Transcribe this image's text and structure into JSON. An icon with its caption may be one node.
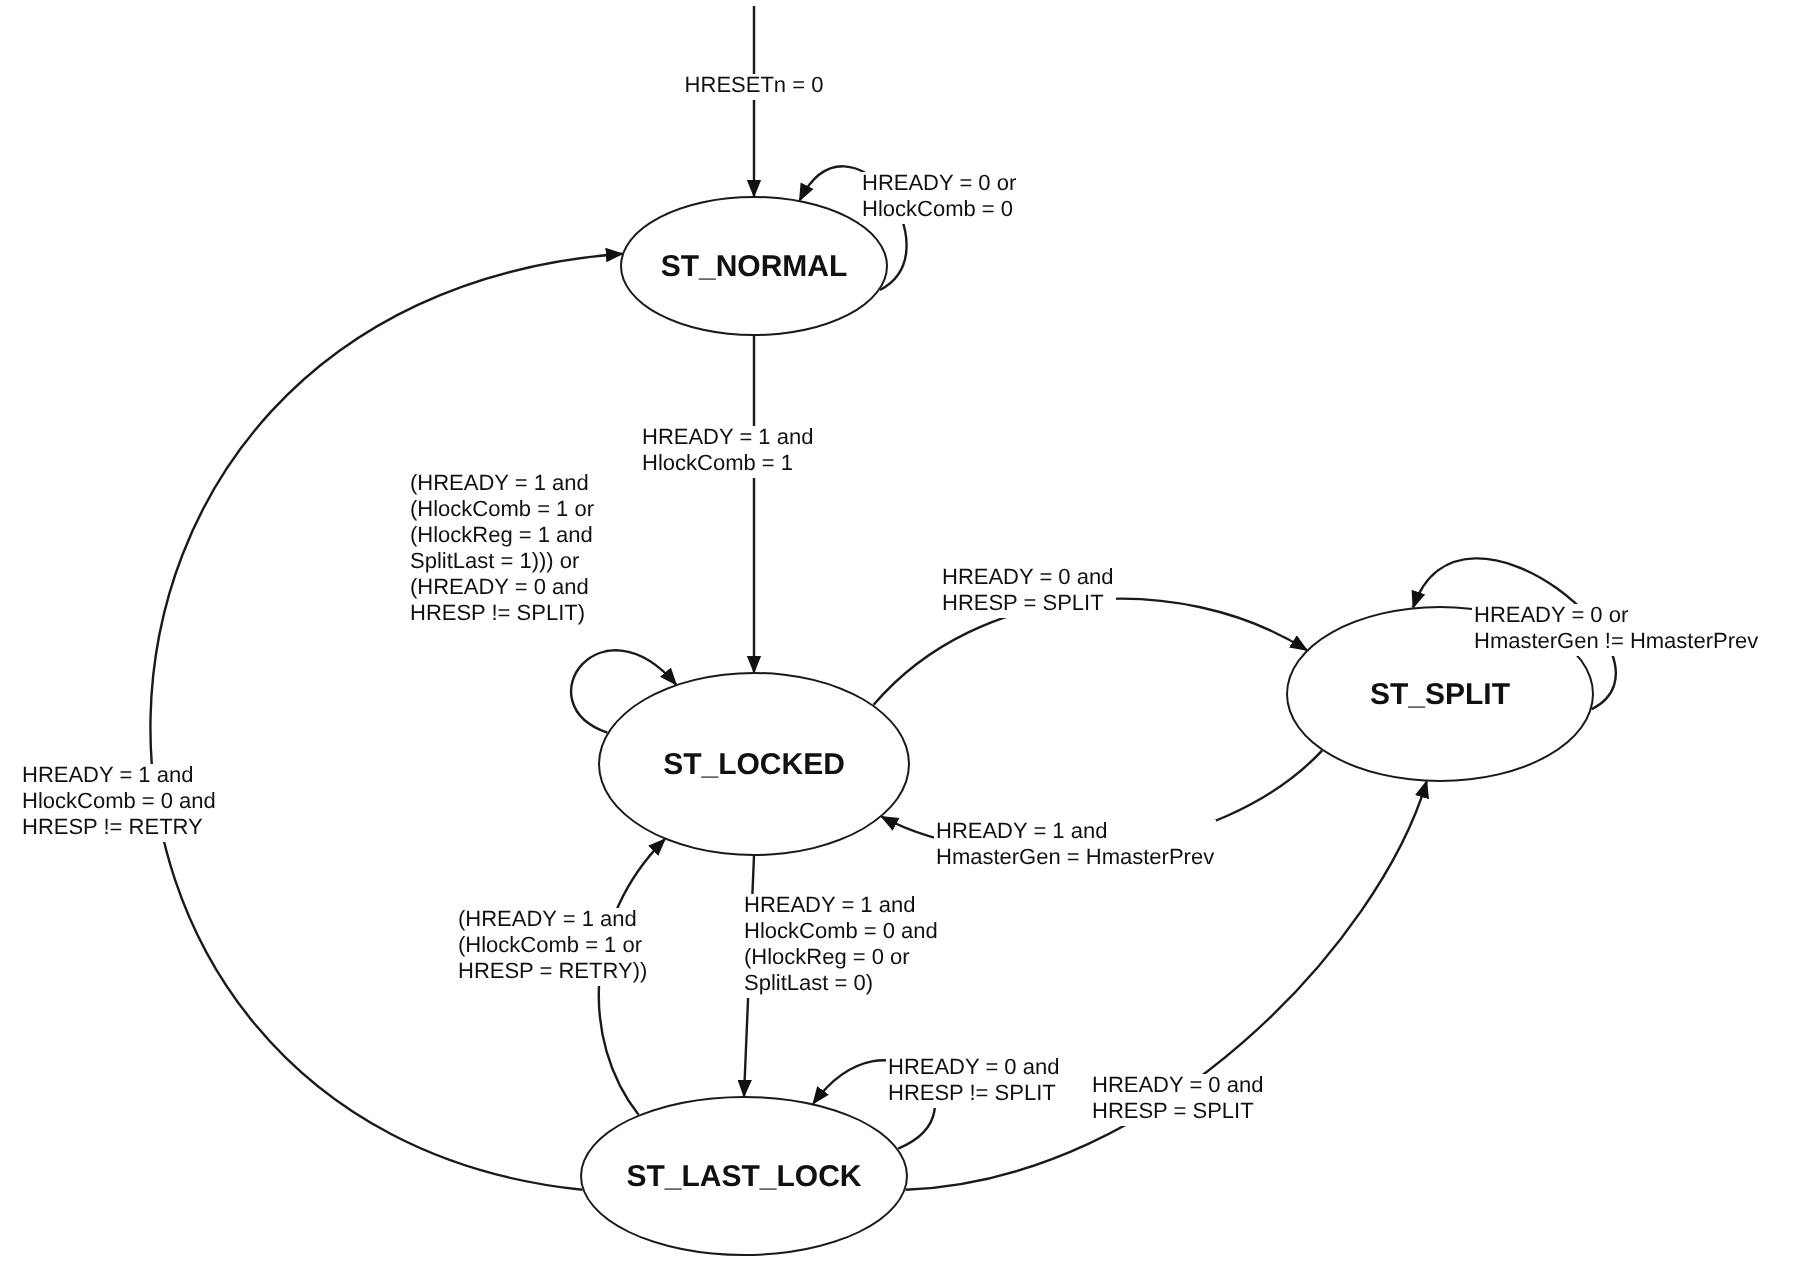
{
  "diagram": {
    "nodes": [
      {
        "text": [
          "ST_NORMAL"
        ]
      },
      {
        "text": [
          "ST_LOCKED"
        ]
      },
      {
        "text": [
          "ST_SPLIT"
        ]
      },
      {
        "text": [
          "ST_LAST_LOCK"
        ]
      }
    ],
    "edges": [
      {
        "from": null,
        "to": 0,
        "arrow": "to",
        "label": "HRESETn = 0"
      },
      {
        "from": 0,
        "to": 0,
        "arrow": "to",
        "label": "HREADY = 0 or HlockComb = 0"
      },
      {
        "from": 0,
        "to": 1,
        "arrow": "to",
        "label": "HREADY = 1 and HlockComb = 1"
      },
      {
        "from": 1,
        "to": 1,
        "arrow": "to",
        "label": "(HREADY = 1 and (HlockComb = 1 or (HlockReg = 1 and SplitLast = 1))) or (HREADY = 0 and HRESP != SPLIT)"
      },
      {
        "from": 1,
        "to": 2,
        "arrow": "to",
        "label": "HREADY = 0 and HRESP = SPLIT"
      },
      {
        "from": 2,
        "to": 2,
        "arrow": "to",
        "label": "HREADY = 0 or HmasterGen != HmasterPrev"
      },
      {
        "from": 2,
        "to": 1,
        "arrow": "to",
        "label": "HREADY = 1 and HmasterGen = HmasterPrev"
      },
      {
        "from": 1,
        "to": 3,
        "arrow": "to",
        "label": "HREADY = 1 and HlockComb = 0 and (HlockReg = 0 or SplitLast = 0)"
      },
      {
        "from": 3,
        "to": 1,
        "arrow": "to",
        "label": "(HREADY = 1 and (HlockComb = 1 or HRESP = RETRY))"
      },
      {
        "from": 3,
        "to": 3,
        "arrow": "to",
        "label": "HREADY = 0 and HRESP != SPLIT"
      },
      {
        "from": 3,
        "to": 2,
        "arrow": "to",
        "label": "HREADY = 0 and HRESP = SPLIT"
      },
      {
        "from": 3,
        "to": 0,
        "arrow": "to",
        "label": "HREADY = 1 and HlockComb = 0 and HRESP != RETRY"
      }
    ]
  }
}
